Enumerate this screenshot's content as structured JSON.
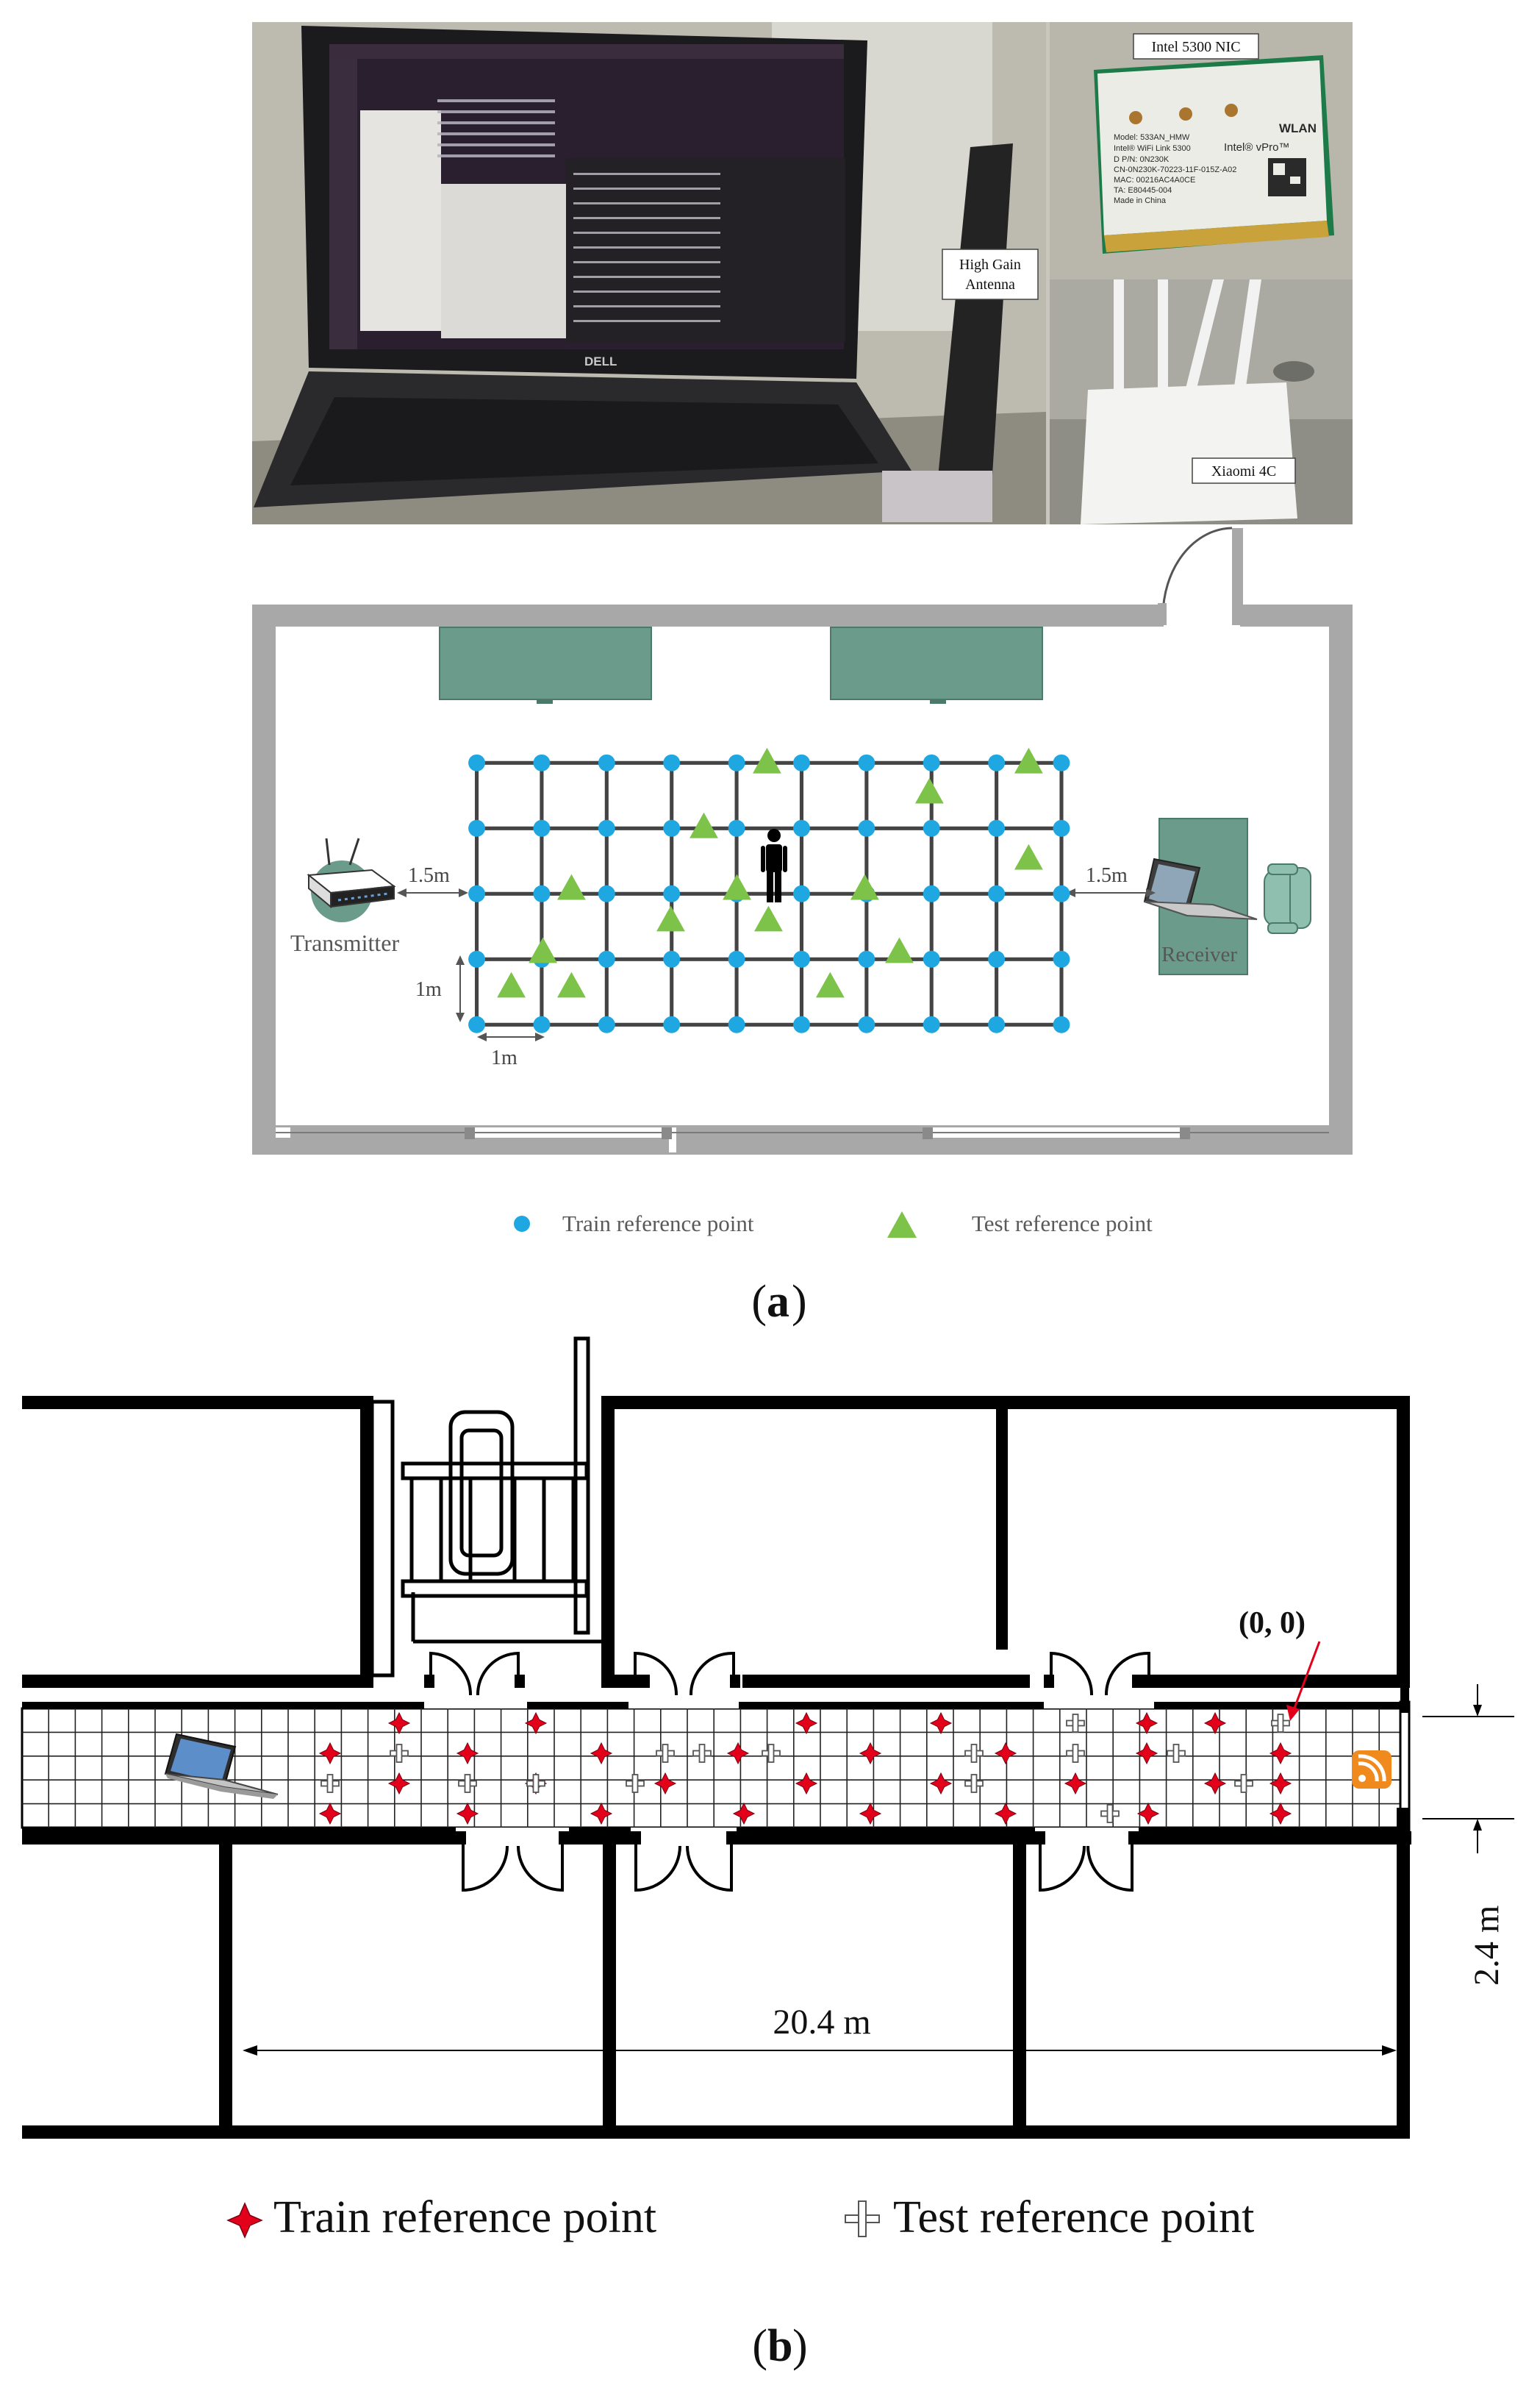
{
  "panel_a": {
    "photo": {
      "nic_label": "Intel 5300 NIC",
      "antenna_label_1": "High Gain",
      "antenna_label_2": "Antenna",
      "router_label": "Xiaomi 4C",
      "laptop_brand": "DELL",
      "nic_card_text": [
        "WLAN",
        "Model: 533AN_HMW",
        "Intel® WiFi Link 5300",
        "Intel® vPro™",
        "D P/N: 0N230K",
        "CN-0N230K-70223-11F-015Z-A02",
        "MAC: 00216AC4A0CE",
        "TA: E80445-004",
        "Made in China"
      ]
    },
    "floor": {
      "transmitter_label": "Transmitter",
      "receiver_label": "Receiver",
      "dist_left": "1.5m",
      "dist_right": "1.5m",
      "grid_vertical": "1m",
      "grid_horizontal": "1m"
    },
    "legend": {
      "train": "Train reference point",
      "test": "Test reference point"
    },
    "caption_letter": "a",
    "colors": {
      "train_point": "#1ea7e1",
      "test_point": "#7dc34a",
      "furniture": "#6b9c8b",
      "wall": "#a8a8a8"
    }
  },
  "panel_b": {
    "origin_label": "(0, 0)",
    "width_label": "20.4 m",
    "height_label": "2.4 m",
    "legend": {
      "train": "Train reference point",
      "test": "Test reference point"
    },
    "caption_letter": "b",
    "colors": {
      "train_point": "#e3001b",
      "wall": "#000000",
      "router_icon": "#f08a1c"
    }
  }
}
